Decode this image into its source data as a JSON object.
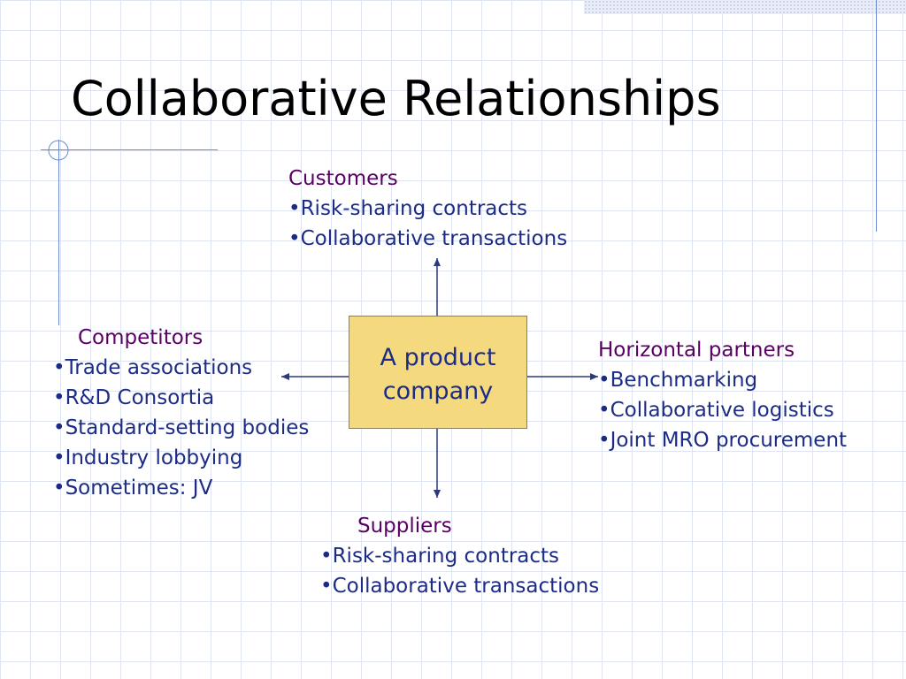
{
  "title": "Collaborative Relationships",
  "center": {
    "line1": "A product",
    "line2": "company"
  },
  "customers": {
    "heading": "Customers",
    "items": [
      "•Risk-sharing contracts",
      "•Collaborative transactions"
    ]
  },
  "competitors": {
    "heading": "Competitors",
    "items": [
      "•Trade associations",
      "•R&D Consortia",
      "•Standard-setting bodies",
      "•Industry lobbying",
      "•Sometimes: JV"
    ]
  },
  "horizontal": {
    "heading": "Horizontal partners",
    "items": [
      "•Benchmarking",
      "•Collaborative logistics",
      "•Joint MRO procurement"
    ]
  },
  "suppliers": {
    "heading": "Suppliers",
    "items": [
      "•Risk-sharing contracts",
      "•Collaborative transactions"
    ]
  },
  "colors": {
    "heading": "#5a0064",
    "bullet_text": "#1c2c86",
    "center_box_fill": "#f5d97e",
    "accent_line": "#6f8bd3",
    "arrow": "#2b3a7a"
  }
}
